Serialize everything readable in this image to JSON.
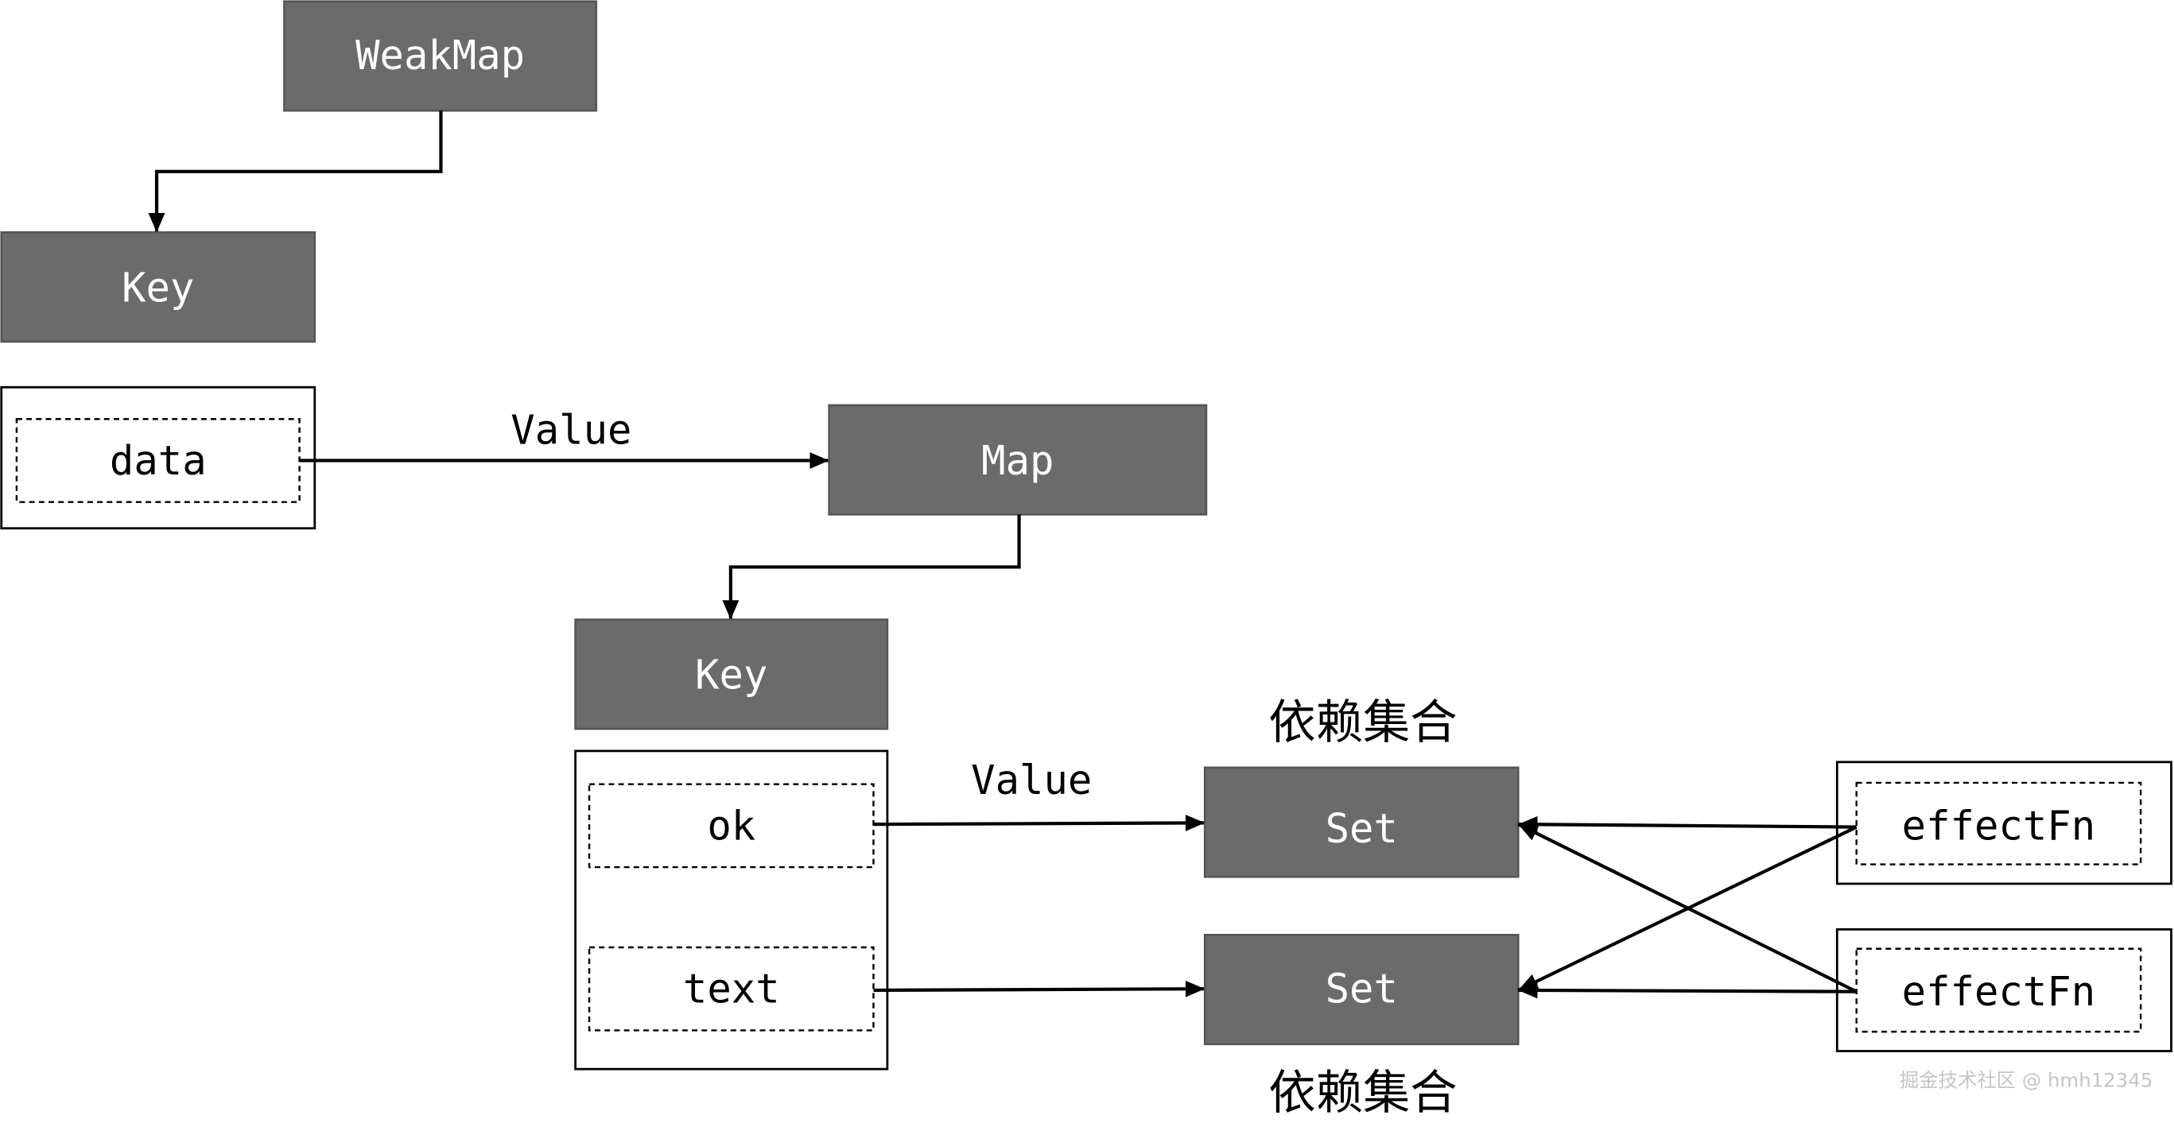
{
  "nodes": {
    "weakmap": "WeakMap",
    "key_outer": "Key",
    "data": "data",
    "map": "Map",
    "key_inner": "Key",
    "ok": "ok",
    "text": "text",
    "set_ok": "Set",
    "set_text": "Set",
    "effect_fn_1": "effectFn",
    "effect_fn_2": "effectFn"
  },
  "edge_labels": {
    "data_to_map": "Value",
    "ok_to_set": "Value"
  },
  "group_labels": {
    "set_ok": "依赖集合",
    "set_text": "依赖集合"
  },
  "watermark": "掘金技术社区 @ hmh12345",
  "colors": {
    "background": "#ffffff",
    "node_fill": "#6b6b6b",
    "node_border": "#555555",
    "node_text": "#ffffff",
    "line": "#000000",
    "watermark": "#c4c4c4"
  }
}
